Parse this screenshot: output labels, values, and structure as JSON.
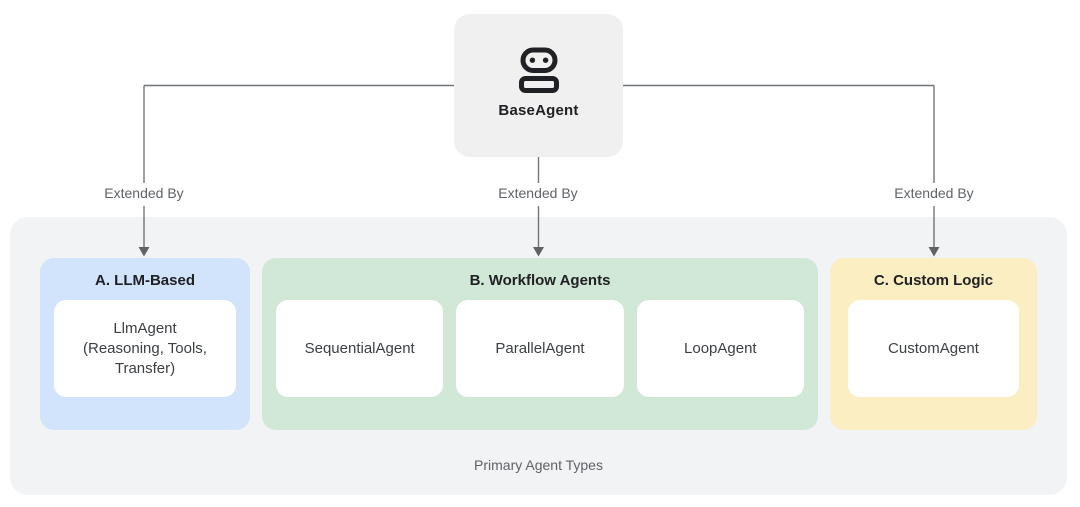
{
  "root_node": {
    "label": "BaseAgent",
    "icon": "robot-icon"
  },
  "edge_label": "Extended By",
  "caption": "Primary Agent Types",
  "groups": [
    {
      "title": "A. LLM-Based",
      "accent_color": "#d2e3fc",
      "cards": [
        "LlmAgent\n(Reasoning, Tools,\nTransfer)"
      ]
    },
    {
      "title": "B. Workflow Agents",
      "accent_color": "#d2e8d6",
      "cards": [
        "SequentialAgent",
        "ParallelAgent",
        "LoopAgent"
      ]
    },
    {
      "title": "C. Custom Logic",
      "accent_color": "#fbeec3",
      "cards": [
        "CustomAgent"
      ]
    }
  ],
  "colors": {
    "page_bg": "#ffffff",
    "container_bg": "#f1f3f4",
    "root_node_bg": "#f0f0f0",
    "card_bg": "#ffffff",
    "connector_line": "#70757a",
    "arrowhead": "#5f6368",
    "muted_text": "#5f6368",
    "title_text": "#202124",
    "card_text": "#3c4043"
  }
}
